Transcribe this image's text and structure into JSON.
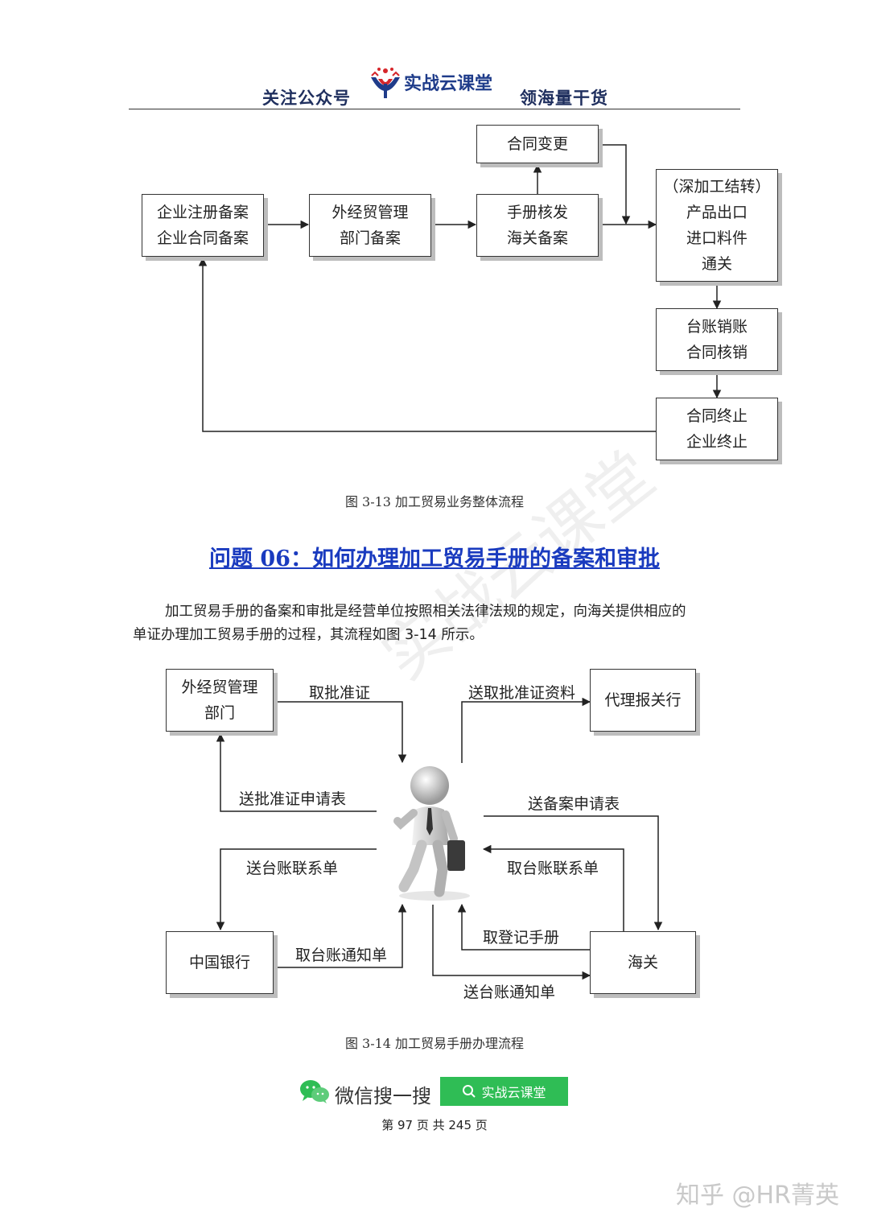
{
  "header": {
    "left": "关注公众号",
    "logo": "实战云课堂",
    "right": "领海量干货"
  },
  "figure1": {
    "boxes": {
      "register": [
        "企业注册备案",
        "企业合同备案"
      ],
      "foreign_trade": [
        "外经贸管理",
        "部门备案"
      ],
      "manual": [
        "手册核发",
        "海关备案"
      ],
      "contract_change": [
        "合同变更"
      ],
      "deep_processing": [
        "（深加工结转）",
        "产品出口",
        "进口料件",
        "通关"
      ],
      "ledger": [
        "台账销账",
        "合同核销"
      ],
      "terminate": [
        "合同终止",
        "企业终止"
      ]
    },
    "caption": "图 3-13  加工贸易业务整体流程"
  },
  "question": {
    "title": "问题 06：如何办理加工贸易手册的备案和审批"
  },
  "paragraph": {
    "line1": "加工贸易手册的备案和审批是经营单位按照相关法律法规的规定，向海关提供相应的",
    "line2": "单证办理加工贸易手册的过程，其流程如图 3-14 所示。"
  },
  "figure2": {
    "boxes": {
      "foreign_trade_dept": [
        "外经贸管理",
        "部门"
      ],
      "agent": [
        "代理报关行"
      ],
      "bank": [
        "中国银行"
      ],
      "customs": [
        "海关"
      ]
    },
    "labels": {
      "take_permit": "取批准证",
      "send_permit_docs": "送取批准证资料",
      "send_permit_application": "送批准证申请表",
      "send_record_application": "送备案申请表",
      "send_ledger_form_bank": "送台账联系单",
      "take_ledger_form_customs": "取台账联系单",
      "take_ledger_notice_bank": "取台账通知单",
      "take_register_manual": "取登记手册",
      "send_ledger_notice_customs": "送台账通知单"
    },
    "caption": "图 3-14  加工贸易手册办理流程"
  },
  "footer": {
    "wechat_search": "微信搜一搜",
    "search_button": "实战云课堂",
    "page_info": "第 97 页 共 245 页",
    "source_watermark": "知乎 @HR菁英"
  },
  "colors": {
    "title_blue": "#1a3bbf",
    "wechat_green": "#2fbd55",
    "header_navy": "#1f2f5e"
  }
}
